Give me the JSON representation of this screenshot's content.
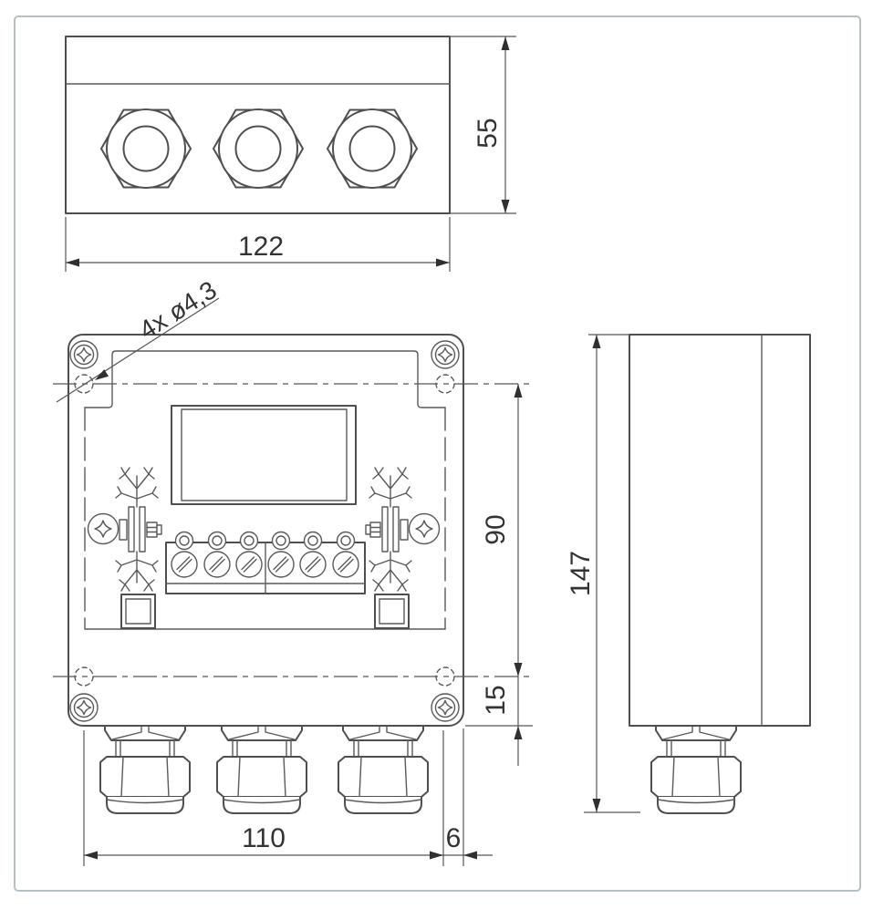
{
  "colors": {
    "background": "#ffffff",
    "frame": "#b7bfc3",
    "line": "#4f4f4f",
    "dimension_line": "#565656",
    "text": "#333333"
  },
  "dimensions": {
    "top_view": {
      "width": "122",
      "depth": "55"
    },
    "front_view": {
      "mounting_hole_note": "4x ø4,3",
      "hole_pitch_vertical": "90",
      "hole_to_bottom_edge": "15",
      "hole_pitch_horizontal": "110",
      "hole_to_side_edge": "6"
    },
    "side_view": {
      "overall_height": "147"
    }
  }
}
